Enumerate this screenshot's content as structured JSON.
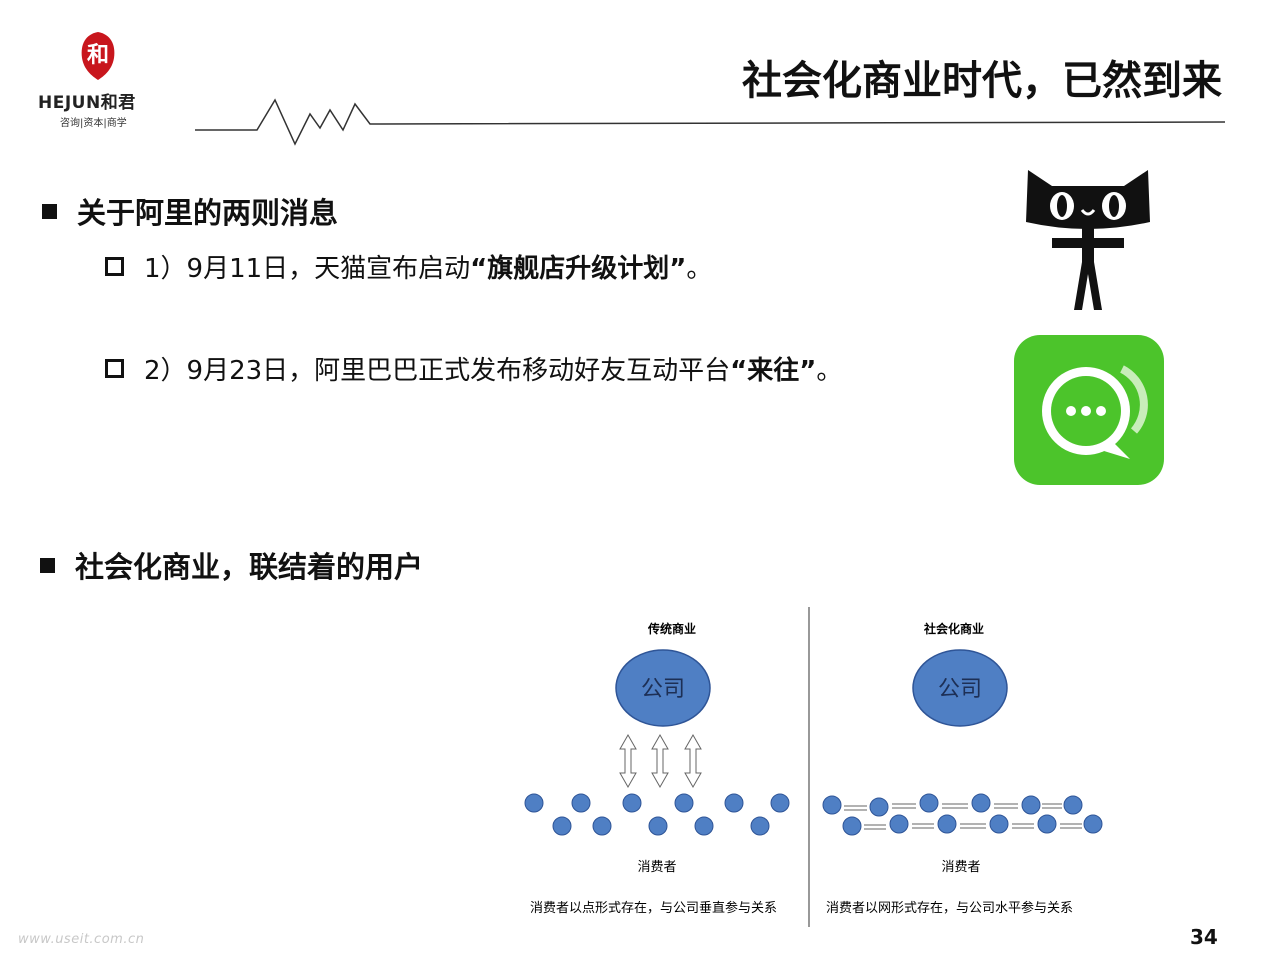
{
  "header": {
    "logo_seal_char": "和",
    "logo_brand": "HEJUN和君",
    "logo_tagline": "咨询|资本|商学",
    "title": "社会化商业时代，已然到来"
  },
  "section1": {
    "heading": "关于阿里的两则消息",
    "items": [
      {
        "prefix": "1）9月11日，天猫宣布启动",
        "bold": "“旗舰店升级计划”",
        "suffix": "。"
      },
      {
        "prefix": "2）9月23日，阿里巴巴正式发布移动好友互动平台",
        "bold": "“来往”",
        "suffix": "。"
      }
    ]
  },
  "section2": {
    "heading": "社会化商业，联结着的用户"
  },
  "icons": {
    "tmall": "tmall-cat-icon",
    "laiwang": "laiwang-chat-icon",
    "laiwang_color": "#4cc42b"
  },
  "diagram": {
    "left": {
      "title": "传统商业",
      "company": "公司",
      "consumers_label": "消费者",
      "caption": "消费者以点形式存在，与公司垂直参与关系"
    },
    "right": {
      "title": "社会化商业",
      "company": "公司",
      "consumers_label": "消费者",
      "caption": "消费者以网形式存在，与公司水平参与关系"
    },
    "circle_color": "#4f7fc4"
  },
  "page_number": "34",
  "watermark": "www.useit.com.cn"
}
